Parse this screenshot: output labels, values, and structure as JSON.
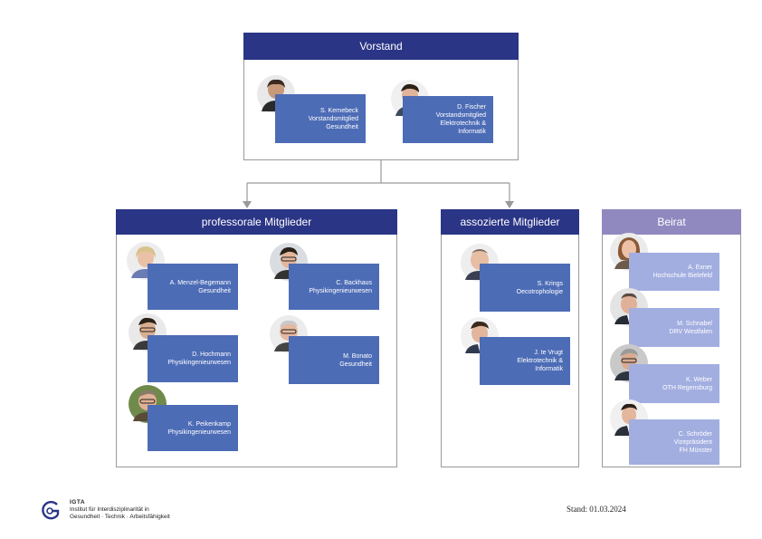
{
  "vorstand": {
    "title": "Vorstand",
    "members": [
      {
        "name": "S. Kernebeck",
        "line2": "Vorstandsmitglied",
        "line3": "Gesundheit",
        "line4": ""
      },
      {
        "name": "D. Fischer",
        "line2": "Vorstandsmitglied",
        "line3": "Elektrotechnik &",
        "line4": "Informatik"
      }
    ]
  },
  "professorale": {
    "title": "professorale Mitglieder",
    "members": [
      {
        "name": "A. Menzel-Begemann",
        "dept": "Gesundheit"
      },
      {
        "name": "C. Backhaus",
        "dept": "Physikingenieurwesen"
      },
      {
        "name": "D. Hochmann",
        "dept": "Physikingenieurwesen"
      },
      {
        "name": "M. Bonato",
        "dept": "Gesundheit"
      },
      {
        "name": "K. Peikenkamp",
        "dept": "Physikingenieurwesen"
      }
    ]
  },
  "assoziierte": {
    "title": "assozierte Mitglieder",
    "members": [
      {
        "name": "S. Krings",
        "line2": "Oecotrophologie",
        "line3": ""
      },
      {
        "name": "J. te Vrugt",
        "line2": "Elektrotechnik &",
        "line3": "Informatik"
      }
    ]
  },
  "beirat": {
    "title": "Beirat",
    "members": [
      {
        "name": "A. Exner",
        "line2": "Hochschule Bielefeld",
        "line3": ""
      },
      {
        "name": "M. Schnabel",
        "line2": "DRV Westfalen",
        "line3": ""
      },
      {
        "name": "K. Weber",
        "line2": "OTH Regensburg",
        "line3": ""
      },
      {
        "name": "C. Schröder",
        "line2": "Vizepräsident",
        "line3": "FH Münster"
      }
    ]
  },
  "footer": {
    "logo_title": "IGTA",
    "logo_line1": "Institut für Interdisziplinarität in",
    "logo_line2": "Gesundheit · Technik · Arbeitsfähigkeit",
    "stand": "Stand: 01.03.2024"
  },
  "colors": {
    "navy": "#2b3586",
    "lavender": "#9089c0",
    "card_blue": "#4d6cb6",
    "card_light": "#a2aee0",
    "line": "#9a9a9a"
  }
}
